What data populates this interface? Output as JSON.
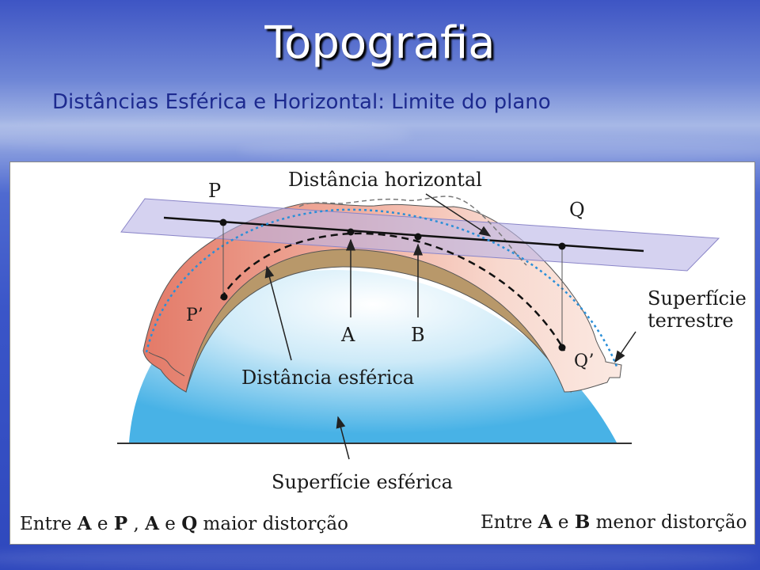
{
  "slide": {
    "title": "Topografia",
    "subtitle": "Distâncias Esférica e Horizontal: Limite do plano"
  },
  "diagram": {
    "label_horizontal_distance": "Distância horizontal",
    "label_spherical_distance": "Distância esférica",
    "label_earth_surface_line1": "Superfície",
    "label_earth_surface_line2": "terrestre",
    "label_spherical_surface": "Superfície esférica",
    "points": {
      "P": "P",
      "Q": "Q",
      "P_prime": "P’",
      "Q_prime": "Q’",
      "A": "A",
      "B": "B"
    },
    "note_left": {
      "part1": "Entre ",
      "A": "A",
      "part2": " e ",
      "P": "P",
      "part3": " , ",
      "A2": "A",
      "part4": " e ",
      "Q": "Q",
      "part5": " maior distorção"
    },
    "note_right": {
      "part1": "Entre ",
      "A": "A",
      "part2": " e ",
      "B": "B",
      "part3": " menor distorção"
    },
    "colors": {
      "sphere": "#8fd0f0",
      "crust": "#e89a8a",
      "plane": "#b9b4e6",
      "dotted_arc": "#2a8fd8"
    }
  }
}
